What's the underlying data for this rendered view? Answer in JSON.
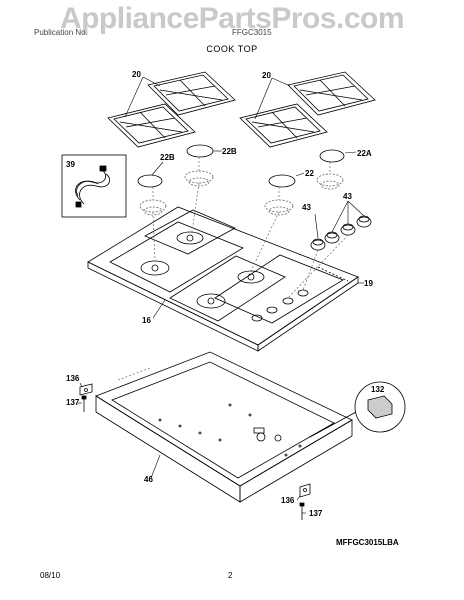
{
  "watermark": "AppliancePartsPros.com",
  "header": {
    "publication_label": "Publication No.",
    "model_prefix": "FFGC3015",
    "title": "COOK TOP"
  },
  "callouts": {
    "grate": "20",
    "grate_b": "20",
    "cap_22b_label": "22B",
    "cap_22b_top": "22B",
    "cap_22": "22",
    "cap_22a": "22A",
    "harness": "39",
    "knob_43a": "43",
    "knob_43b": "43",
    "cooktop": "16",
    "panel_19": "19",
    "bracket_136a": "136",
    "screw_137a": "137",
    "burner_box": "46",
    "bracket_136b": "136",
    "screw_137b": "137",
    "clip_132": "132"
  },
  "model_code": "MFFGC3015LBA",
  "footer": {
    "date": "08/10",
    "page": "2"
  }
}
